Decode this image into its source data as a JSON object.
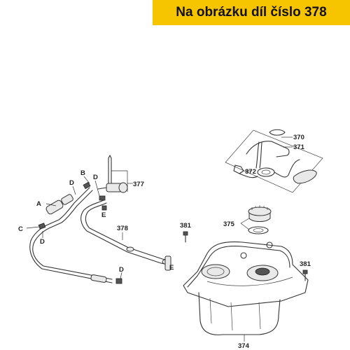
{
  "banner": {
    "text": "Na obrázku díl číslo 378",
    "color": "#f7c400"
  },
  "labels": {
    "p370": "370",
    "p371": "371",
    "p372": "372",
    "p377": "377",
    "p375": "375",
    "p378": "378",
    "p381a": "381",
    "p381b": "381",
    "p374": "374",
    "A": "A",
    "B": "B",
    "C": "C",
    "D1": "D",
    "D2": "D",
    "D3": "D",
    "D4": "D",
    "E1": "E",
    "E2": "E"
  }
}
